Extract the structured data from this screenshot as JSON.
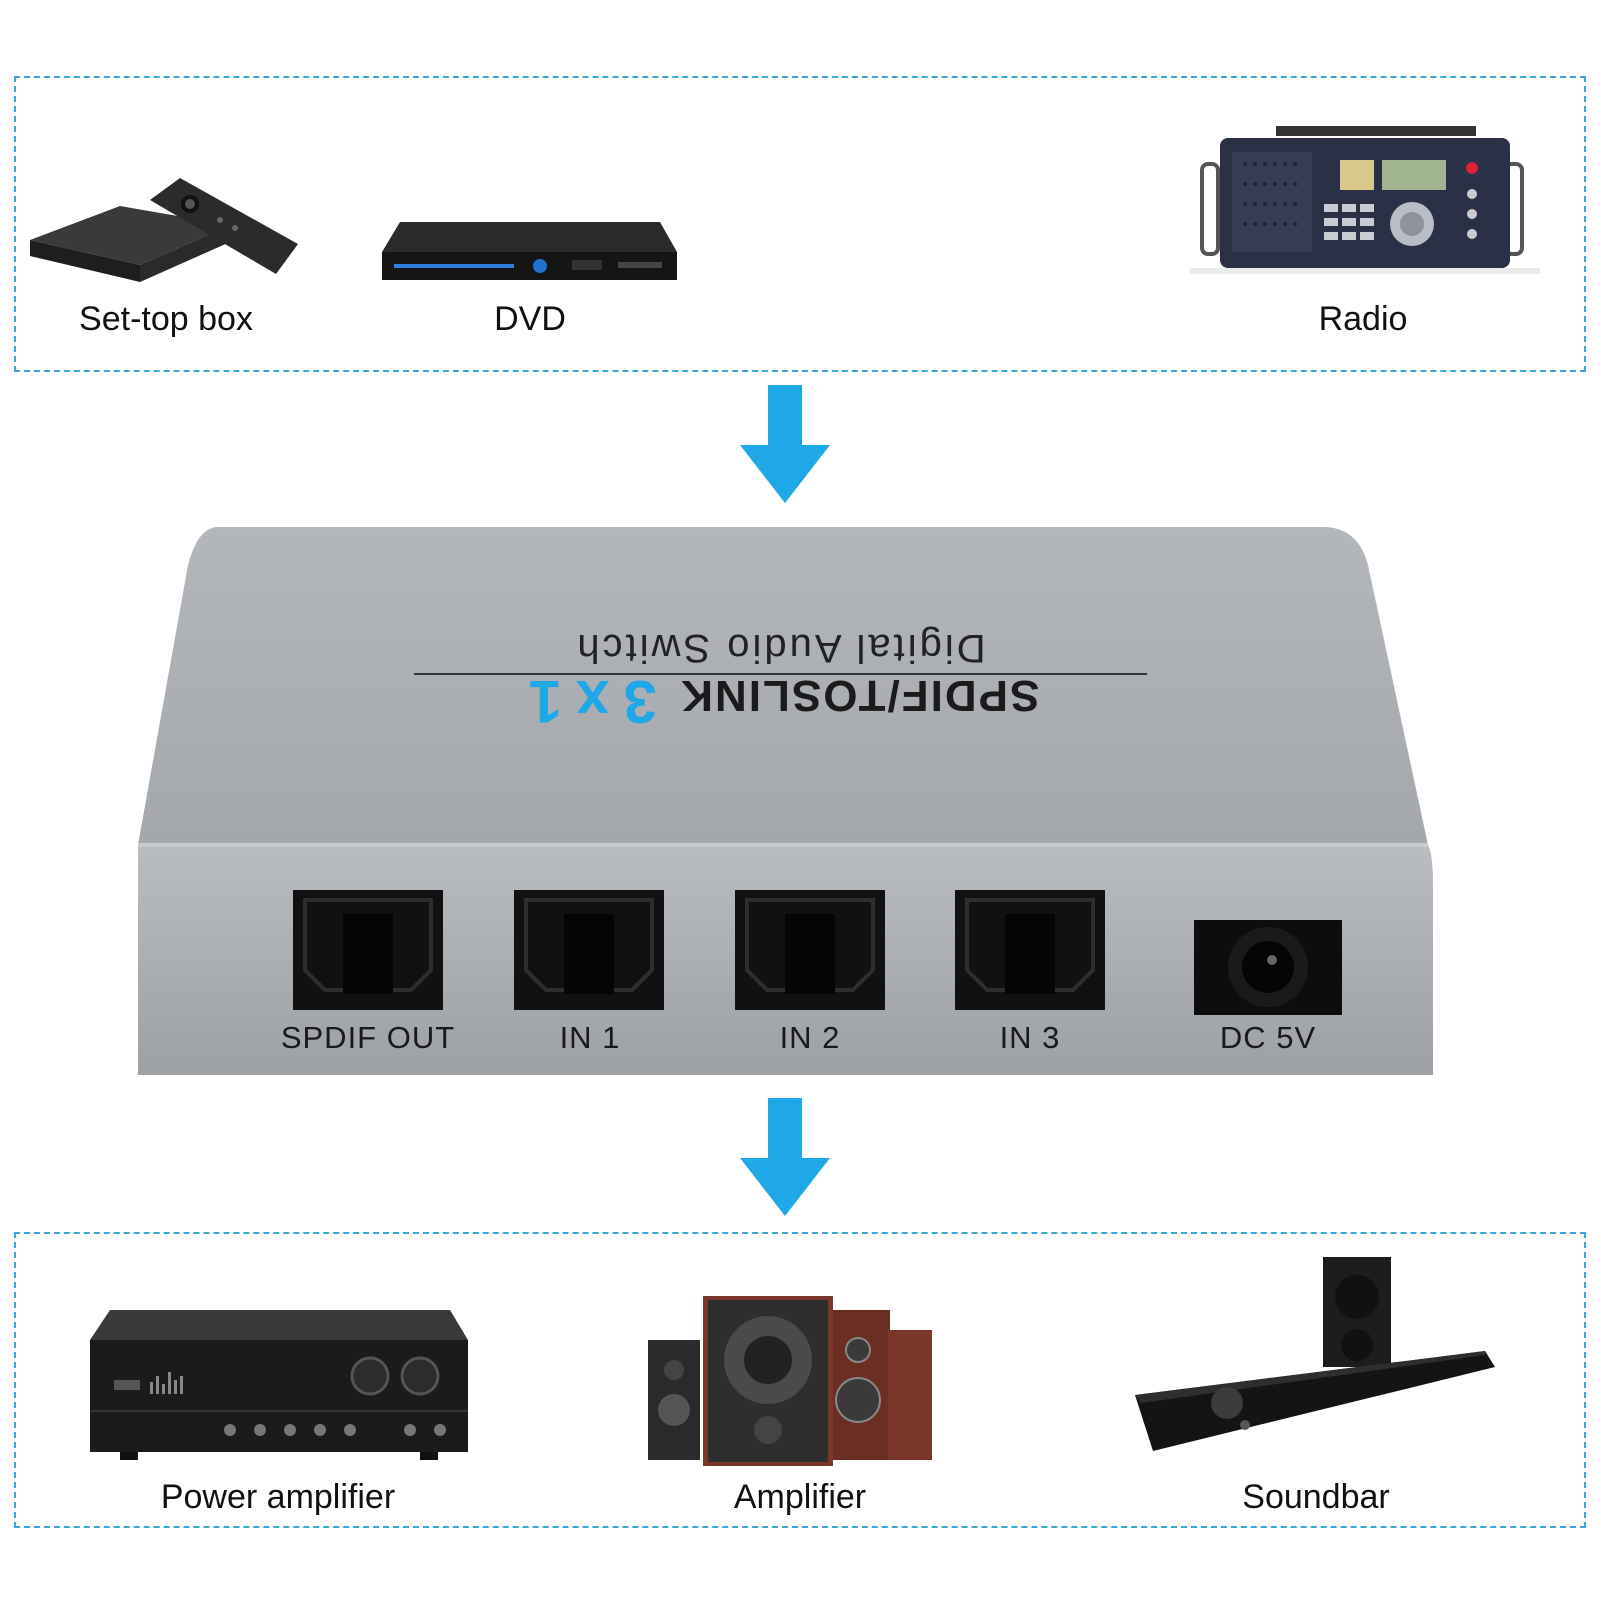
{
  "sources": {
    "items": [
      {
        "label": "Set-top box",
        "icon": "set-top-box-icon"
      },
      {
        "label": "DVD",
        "icon": "dvd-player-icon"
      },
      {
        "label": "Radio",
        "icon": "radio-icon"
      }
    ]
  },
  "destinations": {
    "items": [
      {
        "label": "Power amplifier",
        "icon": "power-amplifier-icon"
      },
      {
        "label": "Amplifier",
        "icon": "speakers-icon"
      },
      {
        "label": "Soundbar",
        "icon": "soundbar-icon"
      }
    ]
  },
  "device": {
    "title": "Digital Audio Switch",
    "model_prefix": "SPDIF/TOSLINK",
    "model_ratio": "3x1",
    "ports": [
      "SPDIF OUT",
      "IN 1",
      "IN 2",
      "IN 3",
      "DC 5V"
    ]
  },
  "colors": {
    "accent": "#1ea8e8",
    "dash_border": "#3aa6d6",
    "device_body": "#a9acb1"
  }
}
